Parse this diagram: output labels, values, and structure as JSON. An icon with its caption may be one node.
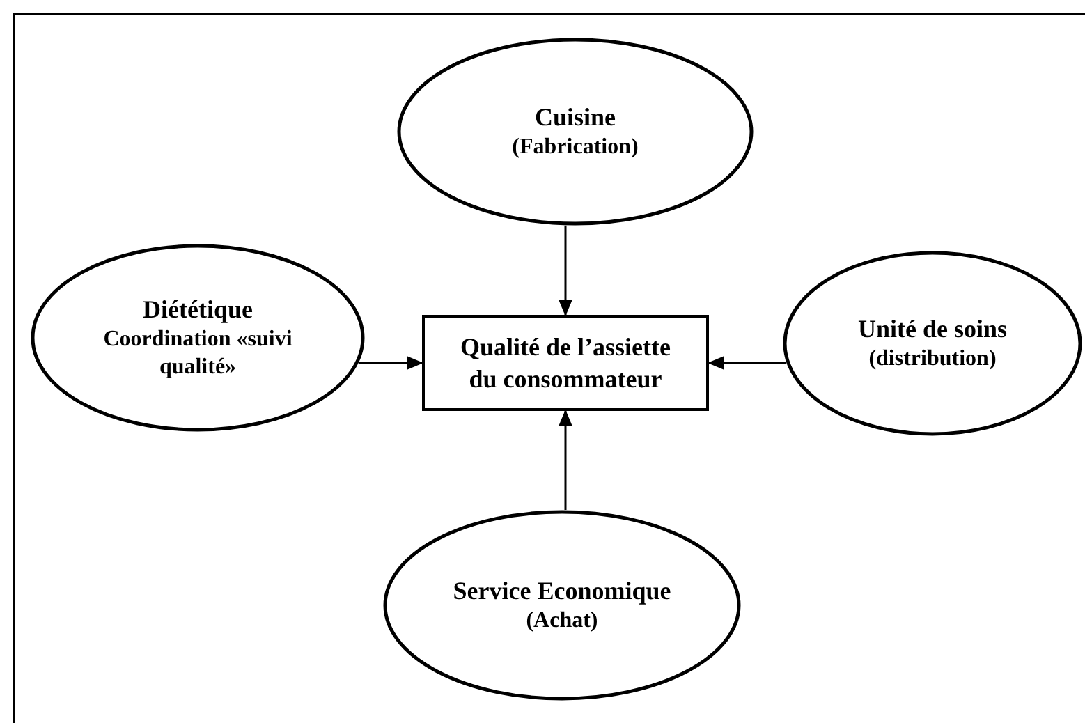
{
  "diagram": {
    "nodes": [
      {
        "text": [
          "Cuisine",
          "(Fabrication)"
        ]
      },
      {
        "text": [
          "Diététique",
          "Coordination «suivi qualité»"
        ]
      },
      {
        "text": [
          "Qualité de l’assiette du consommateur"
        ]
      },
      {
        "text": [
          "Unité de soins",
          "(distribution)"
        ]
      },
      {
        "text": [
          "Service Economique",
          "(Achat)"
        ]
      }
    ],
    "edges": [
      {
        "from": 0,
        "to": 2,
        "arrow": "to"
      },
      {
        "from": 1,
        "to": 2,
        "arrow": "to"
      },
      {
        "from": 3,
        "to": 2,
        "arrow": "to"
      },
      {
        "from": 4,
        "to": 2,
        "arrow": "to"
      }
    ]
  }
}
